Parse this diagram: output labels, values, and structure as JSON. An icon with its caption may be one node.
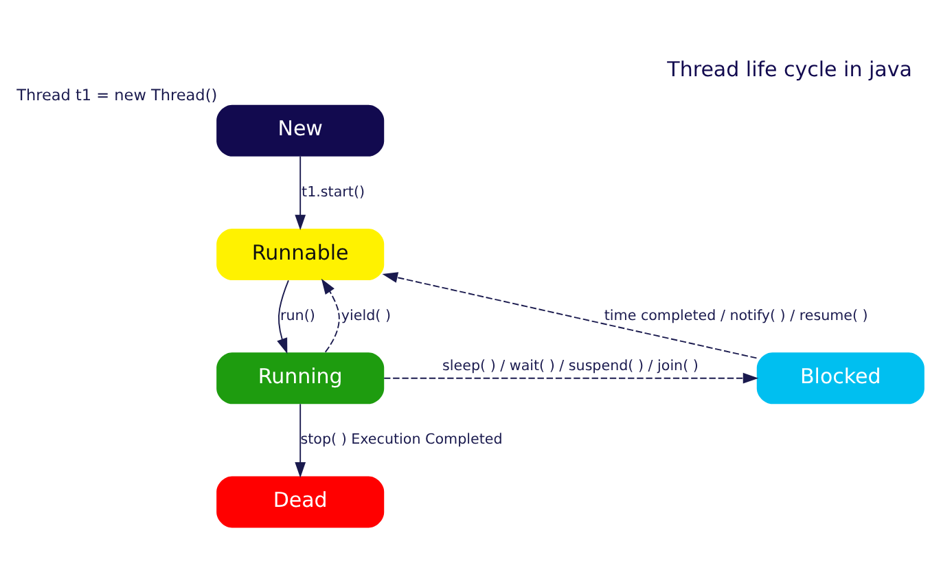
{
  "diagram": {
    "title": "Thread life cycle in java",
    "nodes": [
      {
        "text": [
          "New"
        ],
        "beside": [
          "Thread t1 = new Thread()"
        ]
      },
      {
        "text": [
          "Runnable"
        ]
      },
      {
        "text": [
          "Running"
        ]
      },
      {
        "text": [
          "Blocked"
        ]
      },
      {
        "text": [
          "Dead"
        ]
      }
    ],
    "edges": [
      {
        "from": 0,
        "to": 1,
        "arrow": "to",
        "label": "t1.start()"
      },
      {
        "from": 1,
        "to": 2,
        "arrow": "to",
        "label": "run()"
      },
      {
        "from": 2,
        "to": 1,
        "arrow": "to",
        "label": "yield( )",
        "style": "dashed"
      },
      {
        "from": 2,
        "to": 3,
        "arrow": "to",
        "label": "sleep( ) / wait( ) / suspend( ) / join( )",
        "style": "dashed"
      },
      {
        "from": 3,
        "to": 1,
        "arrow": "to",
        "label": "time completed / notify( ) / resume( )",
        "style": "dashed"
      },
      {
        "from": 2,
        "to": 4,
        "arrow": "to",
        "label": "stop( ) Execution Completed"
      }
    ]
  }
}
